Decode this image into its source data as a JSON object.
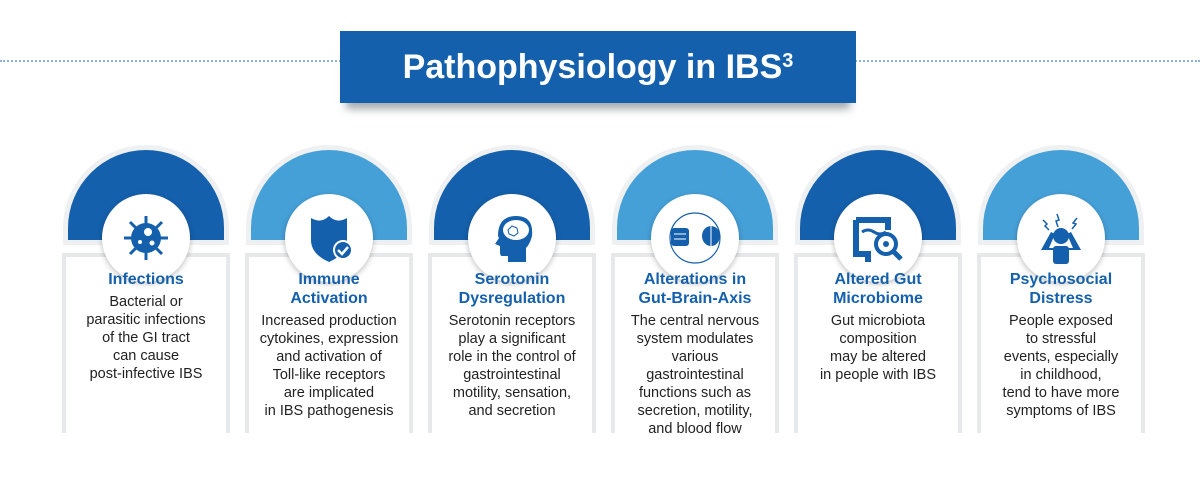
{
  "title": {
    "text": "Pathophysiology in IBS",
    "superscript": "3"
  },
  "colors": {
    "dark_blue": "#1560ac",
    "light_blue": "#46a0d8"
  },
  "cards": [
    {
      "title": [
        "Infections"
      ],
      "icon": "virus-icon",
      "body": [
        "Bacterial or",
        "parasitic infections",
        "of the GI tract",
        "can cause",
        "post-infective IBS"
      ]
    },
    {
      "title": [
        "Immune",
        "Activation"
      ],
      "icon": "shield-check-icon",
      "body": [
        "Increased production",
        "cytokines, expression",
        "and activation of",
        "Toll-like receptors",
        "are implicated",
        "in IBS pathogenesis"
      ]
    },
    {
      "title": [
        "Serotonin",
        "Dysregulation"
      ],
      "icon": "head-brain-icon",
      "body": [
        "Serotonin receptors",
        "play a significant",
        "role in the control of",
        "gastrointestinal",
        "motility, sensation,",
        "and secretion"
      ]
    },
    {
      "title": [
        "Alterations in",
        "Gut-Brain-Axis"
      ],
      "icon": "gut-brain-cycle-icon",
      "body": [
        "The central nervous",
        "system modulates",
        "various",
        "gastrointestinal",
        "functions such as",
        "secretion, motility,",
        "and blood flow"
      ]
    },
    {
      "title": [
        "Altered Gut",
        "Microbiome"
      ],
      "icon": "intestine-magnifier-icon",
      "body": [
        "Gut microbiota",
        "composition",
        "may be altered",
        "in people with IBS"
      ]
    },
    {
      "title": [
        "Psychosocial",
        "Distress"
      ],
      "icon": "stressed-person-icon",
      "body": [
        "People exposed",
        "to stressful",
        "events, especially",
        "in childhood,",
        "tend to have more",
        "symptoms of IBS"
      ]
    }
  ]
}
